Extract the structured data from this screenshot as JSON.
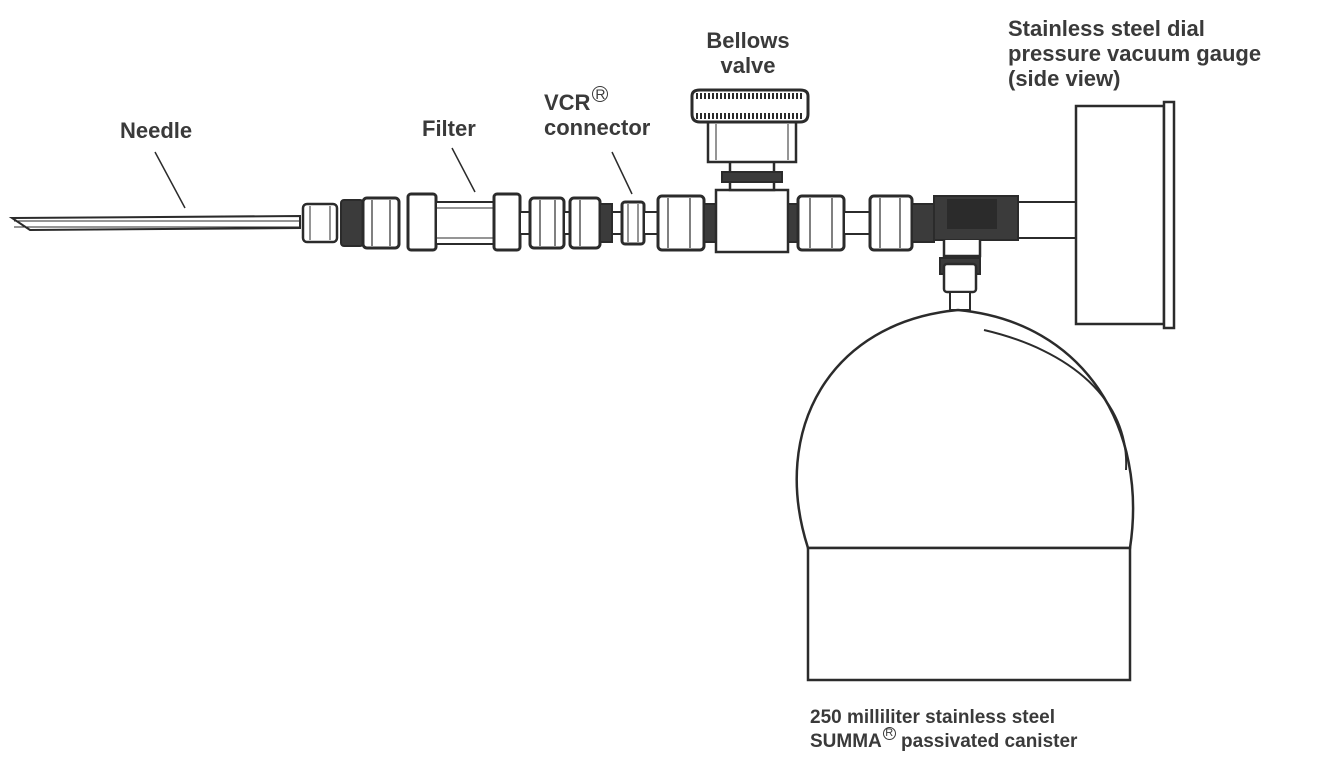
{
  "labels": {
    "needle": "Needle",
    "filter": "Filter",
    "vcr_connector": {
      "line1": "VCR",
      "line1_mark": "R",
      "line2": "connector"
    },
    "bellows_valve": {
      "line1": "Bellows",
      "line2": "valve"
    },
    "gauge": {
      "line1": "Stainless steel dial",
      "line2": "pressure vacuum gauge",
      "line3": "(side view)"
    },
    "canister": {
      "line1": "250 milliliter stainless steel",
      "line2_prefix": "SUMMA",
      "line2_mark": "R",
      "line2_suffix": " passivated canister"
    }
  },
  "colors": {
    "ink": "#2b2b2b",
    "fitting_dark": "#3b3b3b",
    "background": "#ffffff"
  }
}
